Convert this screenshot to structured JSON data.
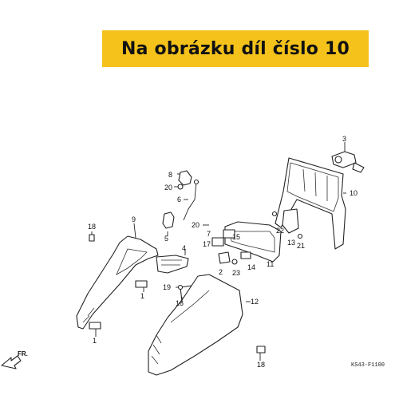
{
  "banner": {
    "text": "Na obrázku díl číslo 10"
  },
  "diagram": {
    "callouts": [
      "3",
      "10",
      "8",
      "20",
      "6",
      "18",
      "9",
      "20",
      "7",
      "5",
      "15",
      "17",
      "13",
      "22",
      "21",
      "4",
      "2",
      "23",
      "14",
      "11",
      "1",
      "19",
      "16",
      "12",
      "1",
      "18"
    ],
    "direction_label": "FR.",
    "diagram_code": "KS43-F1100"
  },
  "colors": {
    "banner": "#f4c21a",
    "text": "#111111",
    "line": "#222222"
  }
}
